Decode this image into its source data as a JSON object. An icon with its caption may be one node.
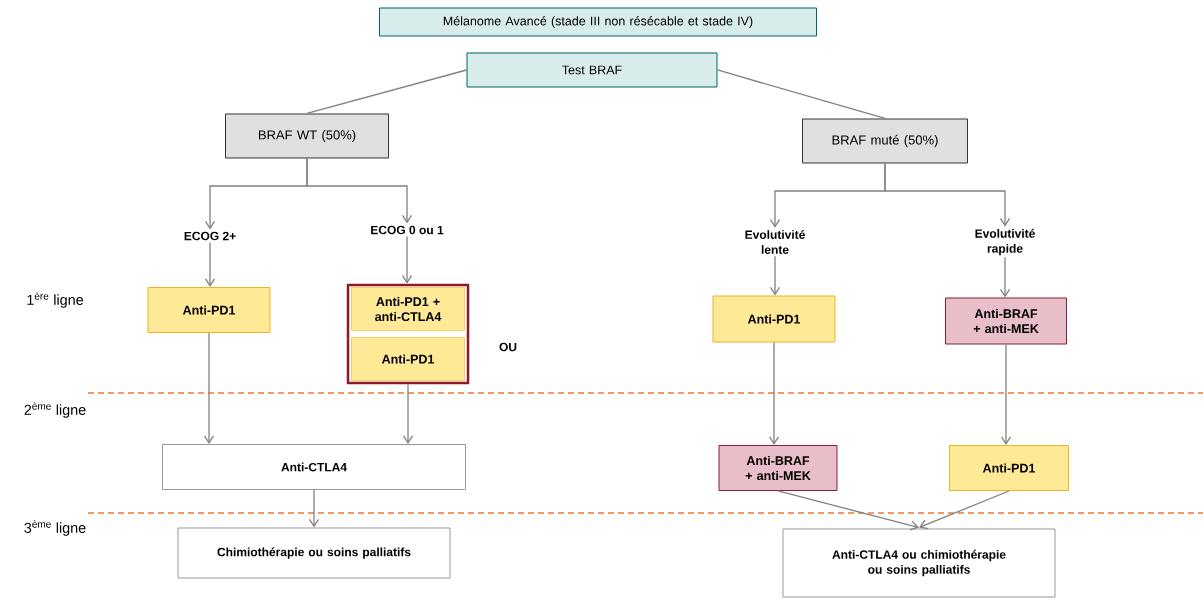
{
  "diagram": {
    "nodes": [
      {
        "text": [
          "Mélanome Avancé  (stade III non résécable et stade IV)"
        ]
      },
      {
        "text": [
          "Test BRAF"
        ]
      },
      {
        "text": [
          "BRAF WT (50%)"
        ]
      },
      {
        "text": [
          "BRAF muté (50%)"
        ]
      },
      {
        "text": [
          "ECOG 2+"
        ]
      },
      {
        "text": [
          "ECOG 0 ou 1"
        ]
      },
      {
        "text": [
          "Evolutivité lente"
        ]
      },
      {
        "text": [
          "Evolutivité rapide"
        ]
      },
      {
        "text": [
          "Anti-PD1"
        ]
      },
      {
        "text": [],
        "shape": "box"
      },
      {
        "text": [
          "Anti-PD1 + anti-CTLA4"
        ],
        "in": 9
      },
      {
        "text": [
          "Anti-PD1"
        ],
        "in": 9
      },
      {
        "text": [
          "Anti-PD1"
        ]
      },
      {
        "text": [
          "Anti-BRAF + anti-MEK"
        ]
      },
      {
        "text": [
          "Anti-CTLA4"
        ]
      },
      {
        "text": [
          "Anti-BRAF + anti-MEK"
        ]
      },
      {
        "text": [
          "Anti-PD1"
        ]
      },
      {
        "text": [
          "Chimiothérapie ou soins palliatifs"
        ]
      },
      {
        "text": [
          "Anti-CTLA4 ou chimiothérapie ou soins palliatifs"
        ]
      }
    ],
    "edges": [
      {
        "from": 1,
        "to": 2,
        "arrow": "none"
      },
      {
        "from": 1,
        "to": 3,
        "arrow": "none"
      },
      {
        "from": 2,
        "to": 4,
        "arrow": "to"
      },
      {
        "from": 2,
        "to": 5,
        "arrow": "to"
      },
      {
        "from": 3,
        "to": 6,
        "arrow": "to"
      },
      {
        "from": 3,
        "to": 7,
        "arrow": "to"
      },
      {
        "from": 4,
        "to": 8,
        "arrow": "to"
      },
      {
        "from": 5,
        "to": 9,
        "arrow": "to"
      },
      {
        "from": 6,
        "to": 12,
        "arrow": "to"
      },
      {
        "from": 7,
        "to": 13,
        "arrow": "to"
      },
      {
        "from": 8,
        "to": 14,
        "arrow": "to"
      },
      {
        "from": 9,
        "to": 14,
        "arrow": "to"
      },
      {
        "from": 12,
        "to": 15,
        "arrow": "to"
      },
      {
        "from": 13,
        "to": 16,
        "arrow": "to"
      },
      {
        "from": 14,
        "to": 17,
        "arrow": "to"
      },
      {
        "from": 15,
        "to": 18,
        "arrow": "to"
      },
      {
        "from": 16,
        "to": 18,
        "arrow": "to"
      }
    ],
    "labels": [
      "1$^{ère}$ ligne",
      "OU",
      "2$^{ème}$ ligne",
      "3$^{ème}$ ligne"
    ]
  }
}
